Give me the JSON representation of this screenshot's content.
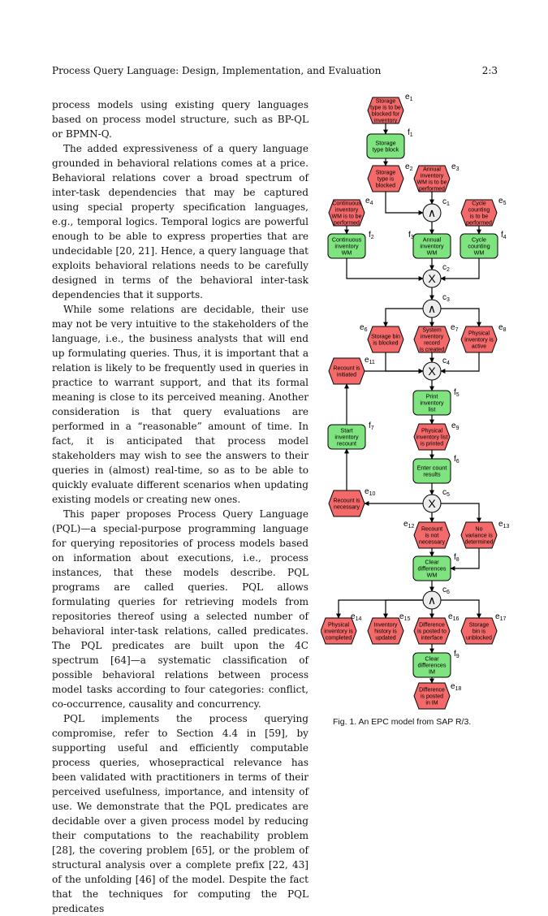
{
  "header": {
    "title": "Process Query Language: Design, Implementation, and Evaluation",
    "page_number": "2:3"
  },
  "paragraphs": [
    "process models using existing query languages based on process model structure, such as BP-QL or BPMN-Q.",
    "The added expressiveness of a query language grounded in behavioral relations comes at a price. Behavioral relations cover a broad spectrum of inter-task dependencies that may be captured using special property specification languages, e.g., temporal logics. Temporal logics are powerful enough to be able to express properties that are undecidable [20, 21]. Hence, a query language that exploits behavioral relations needs to be carefully designed in terms of the behavioral inter-task dependencies that it supports.",
    "While some relations are decidable, their use may not be very intuitive to the stakeholders of the language, i.e., the business analysts that will end up formulating queries. Thus, it is important that a relation is likely to be frequently used in queries in practice to warrant support, and that its formal meaning is close to its perceived meaning. Another consideration is that query evaluations are performed in a “reasonable” amount of time. In fact, it is anticipated that process model stakeholders may wish to see the answers to their queries in (almost) real-time, so as to be able to quickly evaluate different scenarios when updating existing models or creating new ones.",
    "This paper proposes Process Query Language (PQL)—a special-purpose programming language for querying repositories of process models based on information about executions, i.e., process instances, that these models describe. PQL programs are called queries. PQL allows formulating queries for retrieving models from repositories thereof using a selected number of behavioral inter-task relations, called predicates. The PQL predicates are built upon the 4C spectrum [64]—a systematic classification of possible behavioral relations between process model tasks according to four categories: conflict, co-occurrence, causality and concurrency.",
    "PQL implements the process querying compromise, refer to Section 4.4 in [59], by supporting useful and efficiently computable process queries, whosepractical relevance has been validated with practitioners in terms of their perceived usefulness, importance, and intensity of use. We demonstrate that the PQL predicates are decidable over a given process model by reducing their computations to the reachability problem [28], the covering problem [65], or the problem of structural analysis over a complete prefix [22, 43] of the unfolding [46] of the model. Despite the fact that the techniques for computing the PQL predicates"
  ],
  "figure": {
    "caption": "Fig. 1.  An EPC model from SAP R/3.",
    "colors": {
      "event_fill": "#f46a6a",
      "function_fill": "#7fe37f",
      "connector_fill": "#ececec",
      "stroke": "#000000"
    },
    "events": [
      {
        "id": "e1",
        "lines": [
          "Storage",
          "type is to be",
          "blocked for",
          "inventory"
        ]
      },
      {
        "id": "e2",
        "lines": [
          "Storage",
          "type is",
          "blocked"
        ]
      },
      {
        "id": "e3",
        "lines": [
          "Annual",
          "inventory",
          "WM is to be",
          "performed"
        ]
      },
      {
        "id": "e4",
        "lines": [
          "Continuous",
          "inventory",
          "WM is to be",
          "performed"
        ]
      },
      {
        "id": "e5",
        "lines": [
          "Cycle",
          "counting",
          "is to be",
          "performed"
        ]
      },
      {
        "id": "e6",
        "lines": [
          "Storage bin",
          "is blocked"
        ]
      },
      {
        "id": "e7",
        "lines": [
          "System",
          "inventory",
          "record",
          "is created"
        ]
      },
      {
        "id": "e8",
        "lines": [
          "Physical",
          "inventory is",
          "active"
        ]
      },
      {
        "id": "e9",
        "lines": [
          "Physical",
          "inventory list",
          "is printed"
        ]
      },
      {
        "id": "e10",
        "lines": [
          "Recount is",
          "necessary"
        ]
      },
      {
        "id": "e11",
        "lines": [
          "Recount is",
          "initiated"
        ]
      },
      {
        "id": "e12",
        "lines": [
          "Recount",
          "is not",
          "necessary"
        ]
      },
      {
        "id": "e13",
        "lines": [
          "No",
          "variance is",
          "determined"
        ]
      },
      {
        "id": "e14",
        "lines": [
          "Physical",
          "inventory is",
          "completed"
        ]
      },
      {
        "id": "e15",
        "lines": [
          "Inventory",
          "history is",
          "updated"
        ]
      },
      {
        "id": "e16",
        "lines": [
          "Difference",
          "is posted to",
          "interface"
        ]
      },
      {
        "id": "e17",
        "lines": [
          "Storage",
          "bin is",
          "unblocked"
        ]
      },
      {
        "id": "e18",
        "lines": [
          "Difference",
          "is posted",
          "in IM"
        ]
      }
    ],
    "functions": [
      {
        "id": "f1",
        "lines": [
          "Storage",
          "type block"
        ]
      },
      {
        "id": "f2",
        "lines": [
          "Continuous",
          "inventory",
          "WM"
        ]
      },
      {
        "id": "f3",
        "lines": [
          "Annual",
          "inventory",
          "WM"
        ]
      },
      {
        "id": "f4",
        "lines": [
          "Cycle",
          "counting",
          "WM"
        ]
      },
      {
        "id": "f5",
        "lines": [
          "Print",
          "inventory",
          "list"
        ]
      },
      {
        "id": "f6",
        "lines": [
          "Enter count",
          "results"
        ]
      },
      {
        "id": "f7",
        "lines": [
          "Start",
          "inventory",
          "recount"
        ]
      },
      {
        "id": "f8",
        "lines": [
          "Clear",
          "differences",
          "WM"
        ]
      },
      {
        "id": "f9",
        "lines": [
          "Clear",
          "differences",
          "IM"
        ]
      }
    ],
    "connectors": [
      {
        "id": "c1",
        "symbol": "∧"
      },
      {
        "id": "c2",
        "symbol": "X"
      },
      {
        "id": "c3",
        "symbol": "∧"
      },
      {
        "id": "c4",
        "symbol": "X"
      },
      {
        "id": "c5",
        "symbol": "X"
      },
      {
        "id": "c6",
        "symbol": "∧"
      }
    ]
  }
}
